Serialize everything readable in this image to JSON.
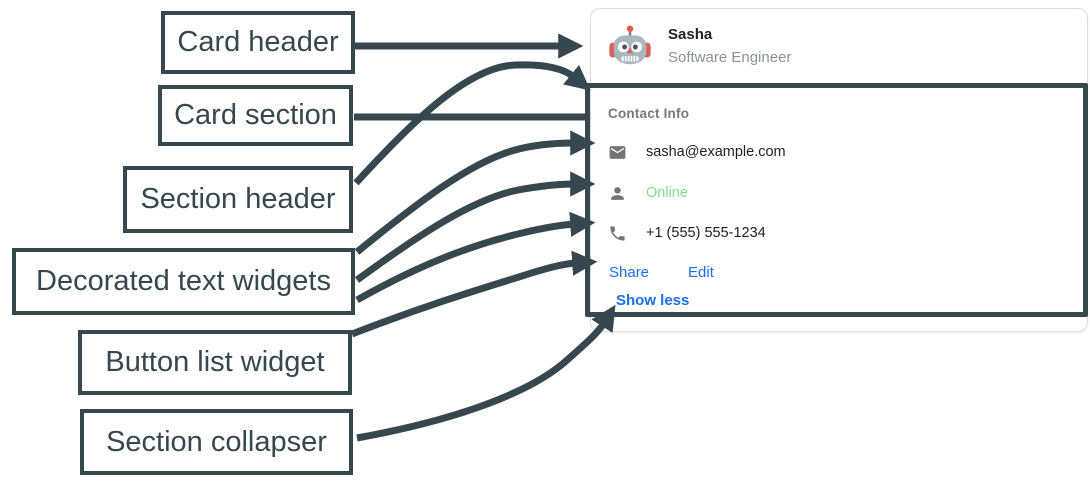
{
  "callouts": [
    {
      "text": "Card header"
    },
    {
      "text": "Card section"
    },
    {
      "text": "Section header"
    },
    {
      "text": "Decorated text widgets"
    },
    {
      "text": "Button list widget"
    },
    {
      "text": "Section collapser"
    }
  ],
  "card": {
    "header": {
      "avatar_icon": "robot-icon",
      "name": "Sasha",
      "subtitle": "Software Engineer"
    },
    "section": {
      "header": "Contact Info",
      "rows": [
        {
          "icon": "mail-icon",
          "text": "sasha@example.com",
          "color": "default"
        },
        {
          "icon": "person-icon",
          "text": "Online",
          "color": "green"
        },
        {
          "icon": "phone-icon",
          "text": "+1 (555) 555-1234",
          "color": "default"
        }
      ],
      "buttons": [
        {
          "label": "Share"
        },
        {
          "label": "Edit"
        }
      ],
      "collapser_label": "Show less"
    }
  },
  "colors": {
    "annotation_dark": "#37474F",
    "link_blue": "#1c6fe8",
    "online_green": "#81dd88",
    "text_dark": "#202124",
    "text_muted": "#8b9196",
    "section_header_gray": "#75797d",
    "icon_gray": "#757575",
    "card_border": "#dadce0"
  }
}
